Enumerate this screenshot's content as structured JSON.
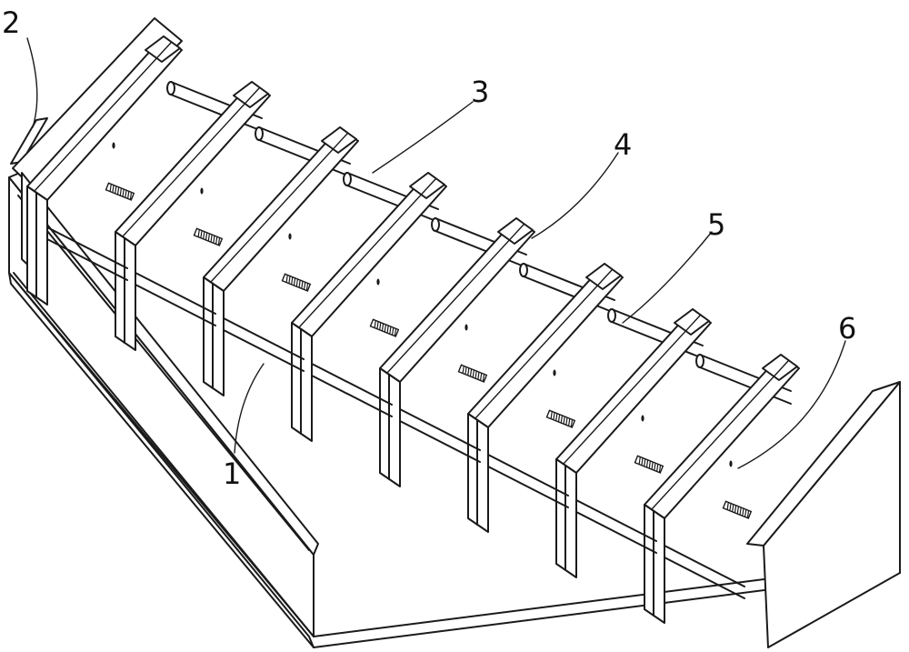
{
  "figure": {
    "callouts": [
      {
        "id": "callout-1",
        "label": "1"
      },
      {
        "id": "callout-2",
        "label": "2"
      },
      {
        "id": "callout-3",
        "label": "3"
      },
      {
        "id": "callout-4",
        "label": "4"
      },
      {
        "id": "callout-5",
        "label": "5"
      },
      {
        "id": "callout-6",
        "label": "6"
      }
    ],
    "plate_count": 8,
    "colors": {
      "line": "#1a1a1a",
      "background": "#ffffff"
    }
  }
}
